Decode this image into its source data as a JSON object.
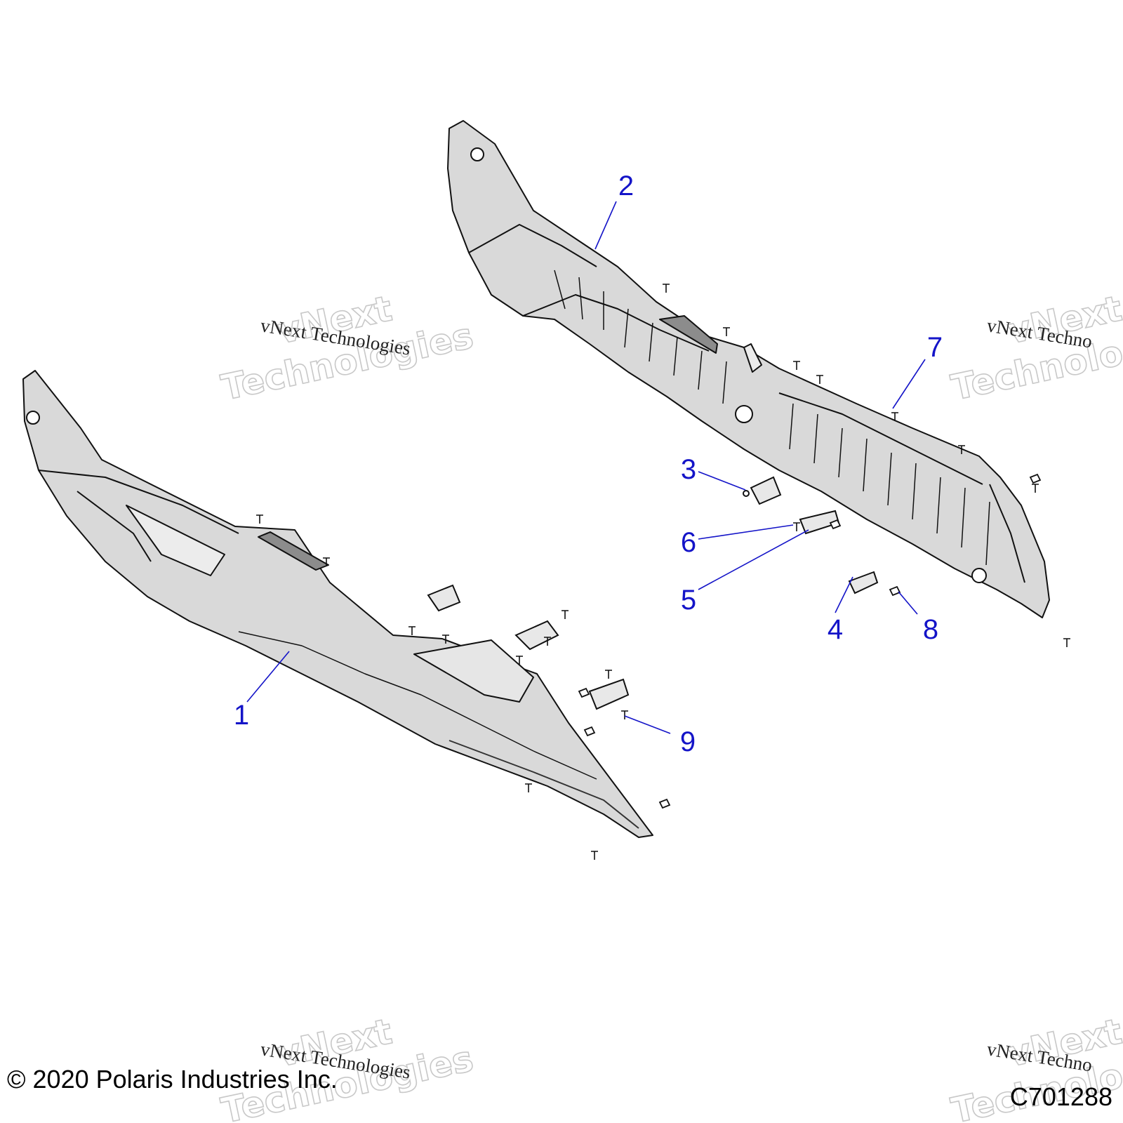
{
  "diagram": {
    "callouts": [
      {
        "id": "1",
        "label": "1"
      },
      {
        "id": "2",
        "label": "2"
      },
      {
        "id": "3",
        "label": "3"
      },
      {
        "id": "4",
        "label": "4"
      },
      {
        "id": "5",
        "label": "5"
      },
      {
        "id": "6",
        "label": "6"
      },
      {
        "id": "7",
        "label": "7"
      },
      {
        "id": "8",
        "label": "8"
      },
      {
        "id": "9",
        "label": "9"
      }
    ],
    "callout_color": "#1414c8",
    "part_fill": "#d9d9d9",
    "recess_fill": "#8c8c8c"
  },
  "watermark": {
    "line1": "vNext",
    "line2": "Technologies",
    "full": "vNext Technologies",
    "partial": "vNext Techno"
  },
  "footer": {
    "copyright": "© 2020 Polaris Industries Inc.",
    "figure_id": "C701288"
  }
}
